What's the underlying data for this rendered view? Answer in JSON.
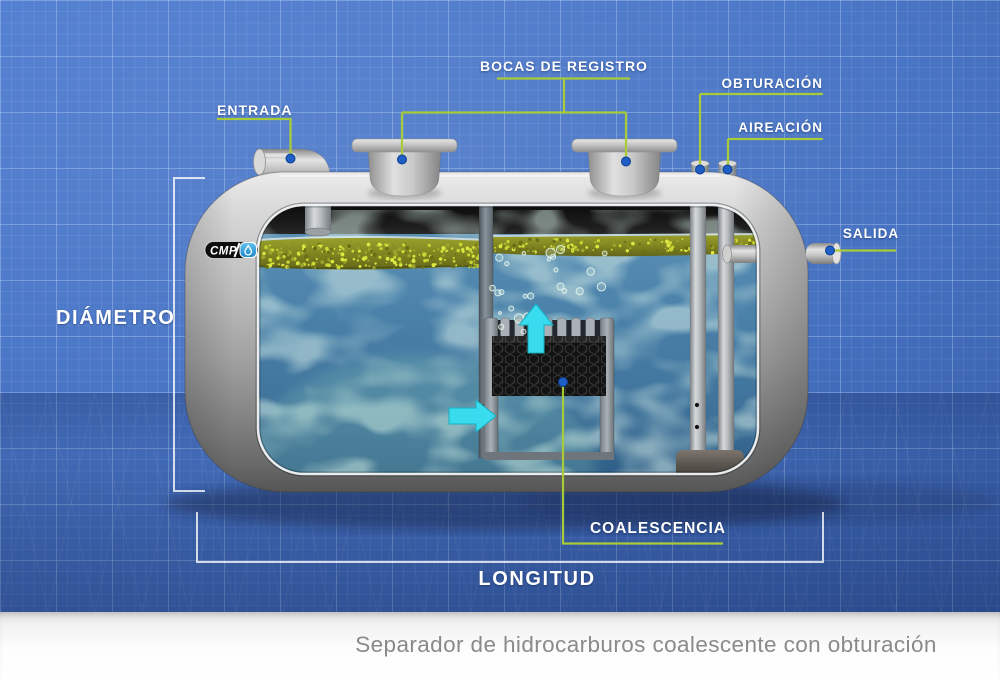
{
  "diagram": {
    "labels": {
      "entrada": "ENTRADA",
      "bocas_de_registro": "BOCAS DE REGISTRO",
      "obturacion": "OBTURACIÓN",
      "aireacion": "AIREACIÓN",
      "salida": "SALIDA",
      "diametro": "DIÁMETRO",
      "coalescencia": "COALESCENCIA",
      "longitud": "LONGITUD"
    },
    "caption": "Separador de hidrocarburos coalescente con obturación",
    "logo": {
      "brand": "CMP",
      "icon": "water-drop-icon"
    },
    "icons": {
      "flow_in": "flow-in-arrow-icon",
      "flow_up": "flow-up-arrow-icon"
    },
    "colors": {
      "background_blue": "#4673c4",
      "leader_line_green": "#a8cb3a",
      "marker_dot_blue": "#1e5ec6",
      "flow_arrow_cyan": "#38dcee",
      "hydrocarbon_olive": "#7b7f1e",
      "water_blue": "#4a81a9",
      "tank_gray": "#b5b5b5",
      "caption_text_gray": "#8a8a8a"
    }
  }
}
